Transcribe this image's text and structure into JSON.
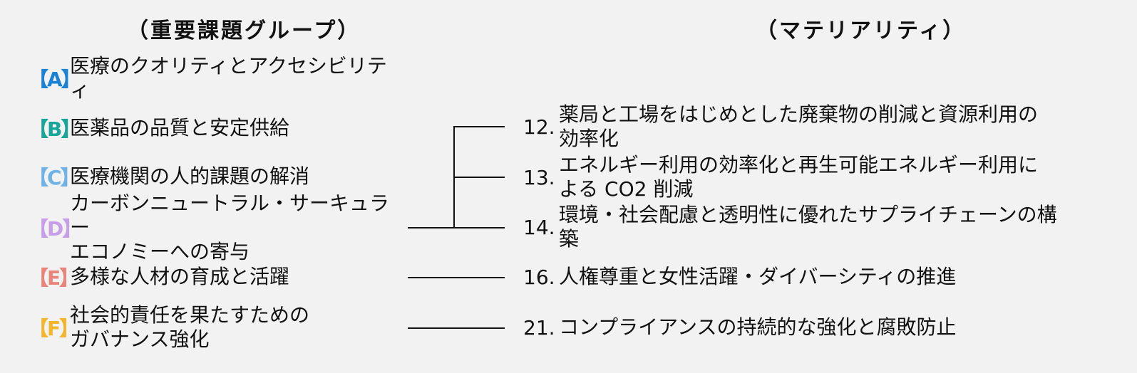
{
  "headers": {
    "left": "（重要課題グループ）",
    "right": "（マテリアリティ）"
  },
  "groups": [
    {
      "badge": "【A】",
      "text": "医療のクオリティとアクセシビリティ",
      "color": "#1a82d4"
    },
    {
      "badge": "【B】",
      "text": "医薬品の品質と安定供給",
      "color": "#18a59a"
    },
    {
      "badge": "【C】",
      "text": "医療機関の人的課題の解消",
      "color": "#6fb3e6"
    },
    {
      "badge": "【D】",
      "text": "カーボンニュートラル・サーキュラー\nエコノミーへの寄与",
      "color": "#c79ee8"
    },
    {
      "badge": "【E】",
      "text": "多様な人材の育成と活躍",
      "color": "#e9847b"
    },
    {
      "badge": "【F】",
      "text": "社会的責任を果たすための\nガバナンス強化",
      "color": "#f3b52c"
    }
  ],
  "materialities": [
    {
      "num": "12.",
      "text": "薬局と工場をはじめとした廃棄物の削減と資源利用の\n効率化"
    },
    {
      "num": "13.",
      "text": "エネルギー利用の効率化と再生可能エネルギー利用に\nよる CO2 削減"
    },
    {
      "num": "14.",
      "text": "環境・社会配慮と透明性に優れたサプライチェーンの構\n築"
    },
    {
      "num": "16.",
      "text": "人権尊重と女性活躍・ダイバーシティの推進"
    },
    {
      "num": "21.",
      "text": "コンプライアンスの持続的な強化と腐敗防止"
    }
  ]
}
